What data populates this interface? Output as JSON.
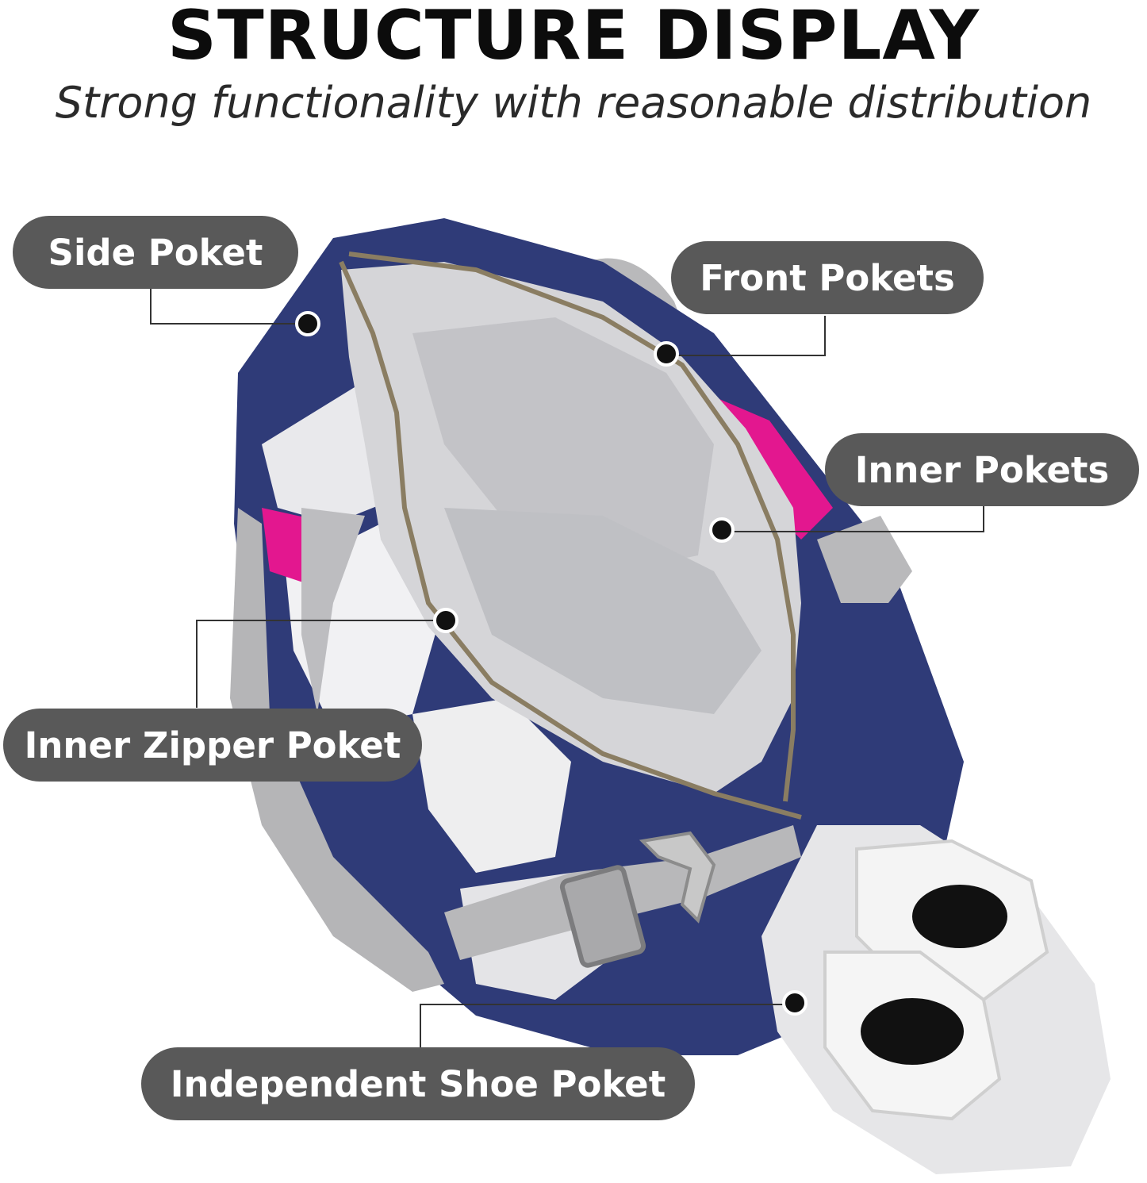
{
  "heading": {
    "title": "STRUCTURE DISPLAY",
    "subtitle": "Strong functionality with reasonable distribution"
  },
  "callouts": {
    "side_pocket": "Side Poket",
    "front_pockets": "Front Pokets",
    "inner_pockets": "Inner Pokets",
    "inner_zipper_pocket": "Inner Zipper Poket",
    "shoe_pocket": "Independent Shoe Poket"
  },
  "colors": {
    "bag_navy": "#2f3b78",
    "bag_pink": "#e3178f",
    "bag_white": "#eeeeee",
    "lining_grey": "#c9c9cc",
    "strap_grey": "#b5b5b5",
    "pill_grey": "#595959"
  }
}
